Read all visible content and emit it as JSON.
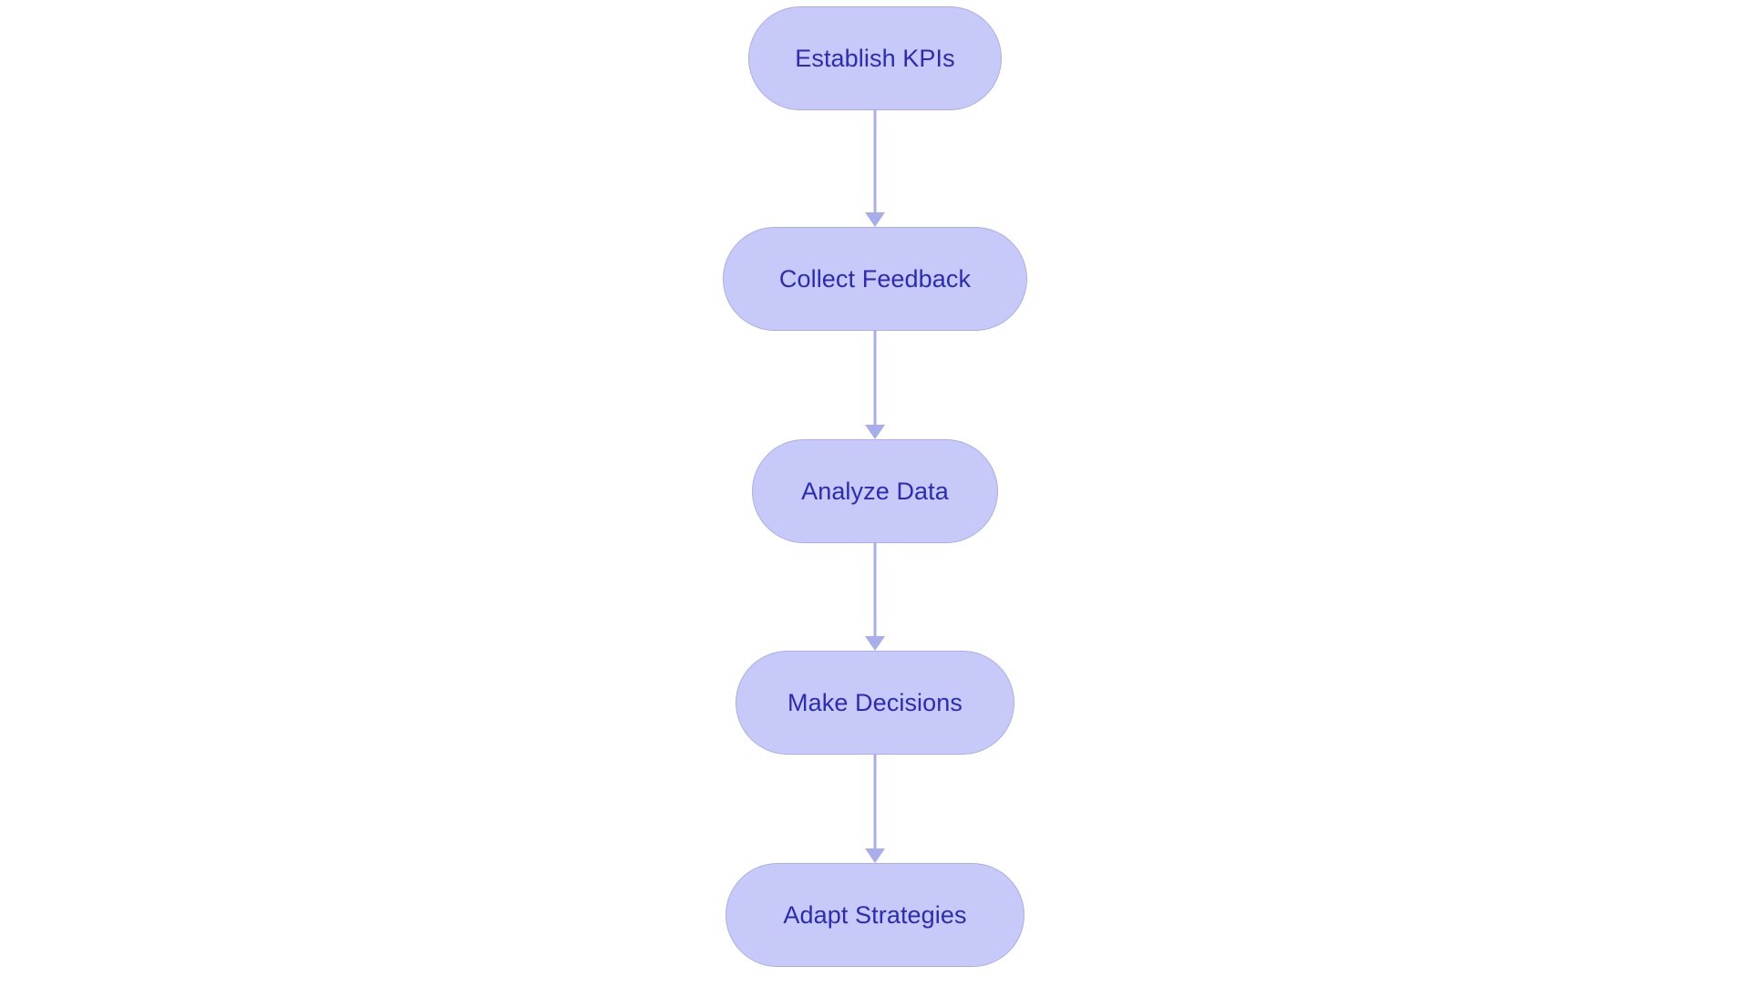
{
  "diagram": {
    "type": "flowchart",
    "orientation": "vertical-top-to-bottom",
    "background_color": "#ffffff",
    "node_fill_color": "#c7caf9",
    "node_border_color": "#a8adec",
    "node_text_color": "#2b2bb5",
    "connector_color": "#a8adec",
    "node_shape": "stadium",
    "nodes": [
      {
        "id": "establish-kpis",
        "label": "Establish KPIs",
        "order": 1
      },
      {
        "id": "collect-feedback",
        "label": "Collect Feedback",
        "order": 2
      },
      {
        "id": "analyze-data",
        "label": "Analyze Data",
        "order": 3
      },
      {
        "id": "make-decisions",
        "label": "Make Decisions",
        "order": 4
      },
      {
        "id": "adapt-strategies",
        "label": "Adapt Strategies",
        "order": 5
      }
    ],
    "edges": [
      {
        "id": "edge-1",
        "from": "establish-kpis",
        "to": "collect-feedback",
        "label": ""
      },
      {
        "id": "edge-2",
        "from": "collect-feedback",
        "to": "analyze-data",
        "label": ""
      },
      {
        "id": "edge-3",
        "from": "analyze-data",
        "to": "make-decisions",
        "label": ""
      },
      {
        "id": "edge-4",
        "from": "make-decisions",
        "to": "adapt-strategies",
        "label": ""
      }
    ]
  }
}
